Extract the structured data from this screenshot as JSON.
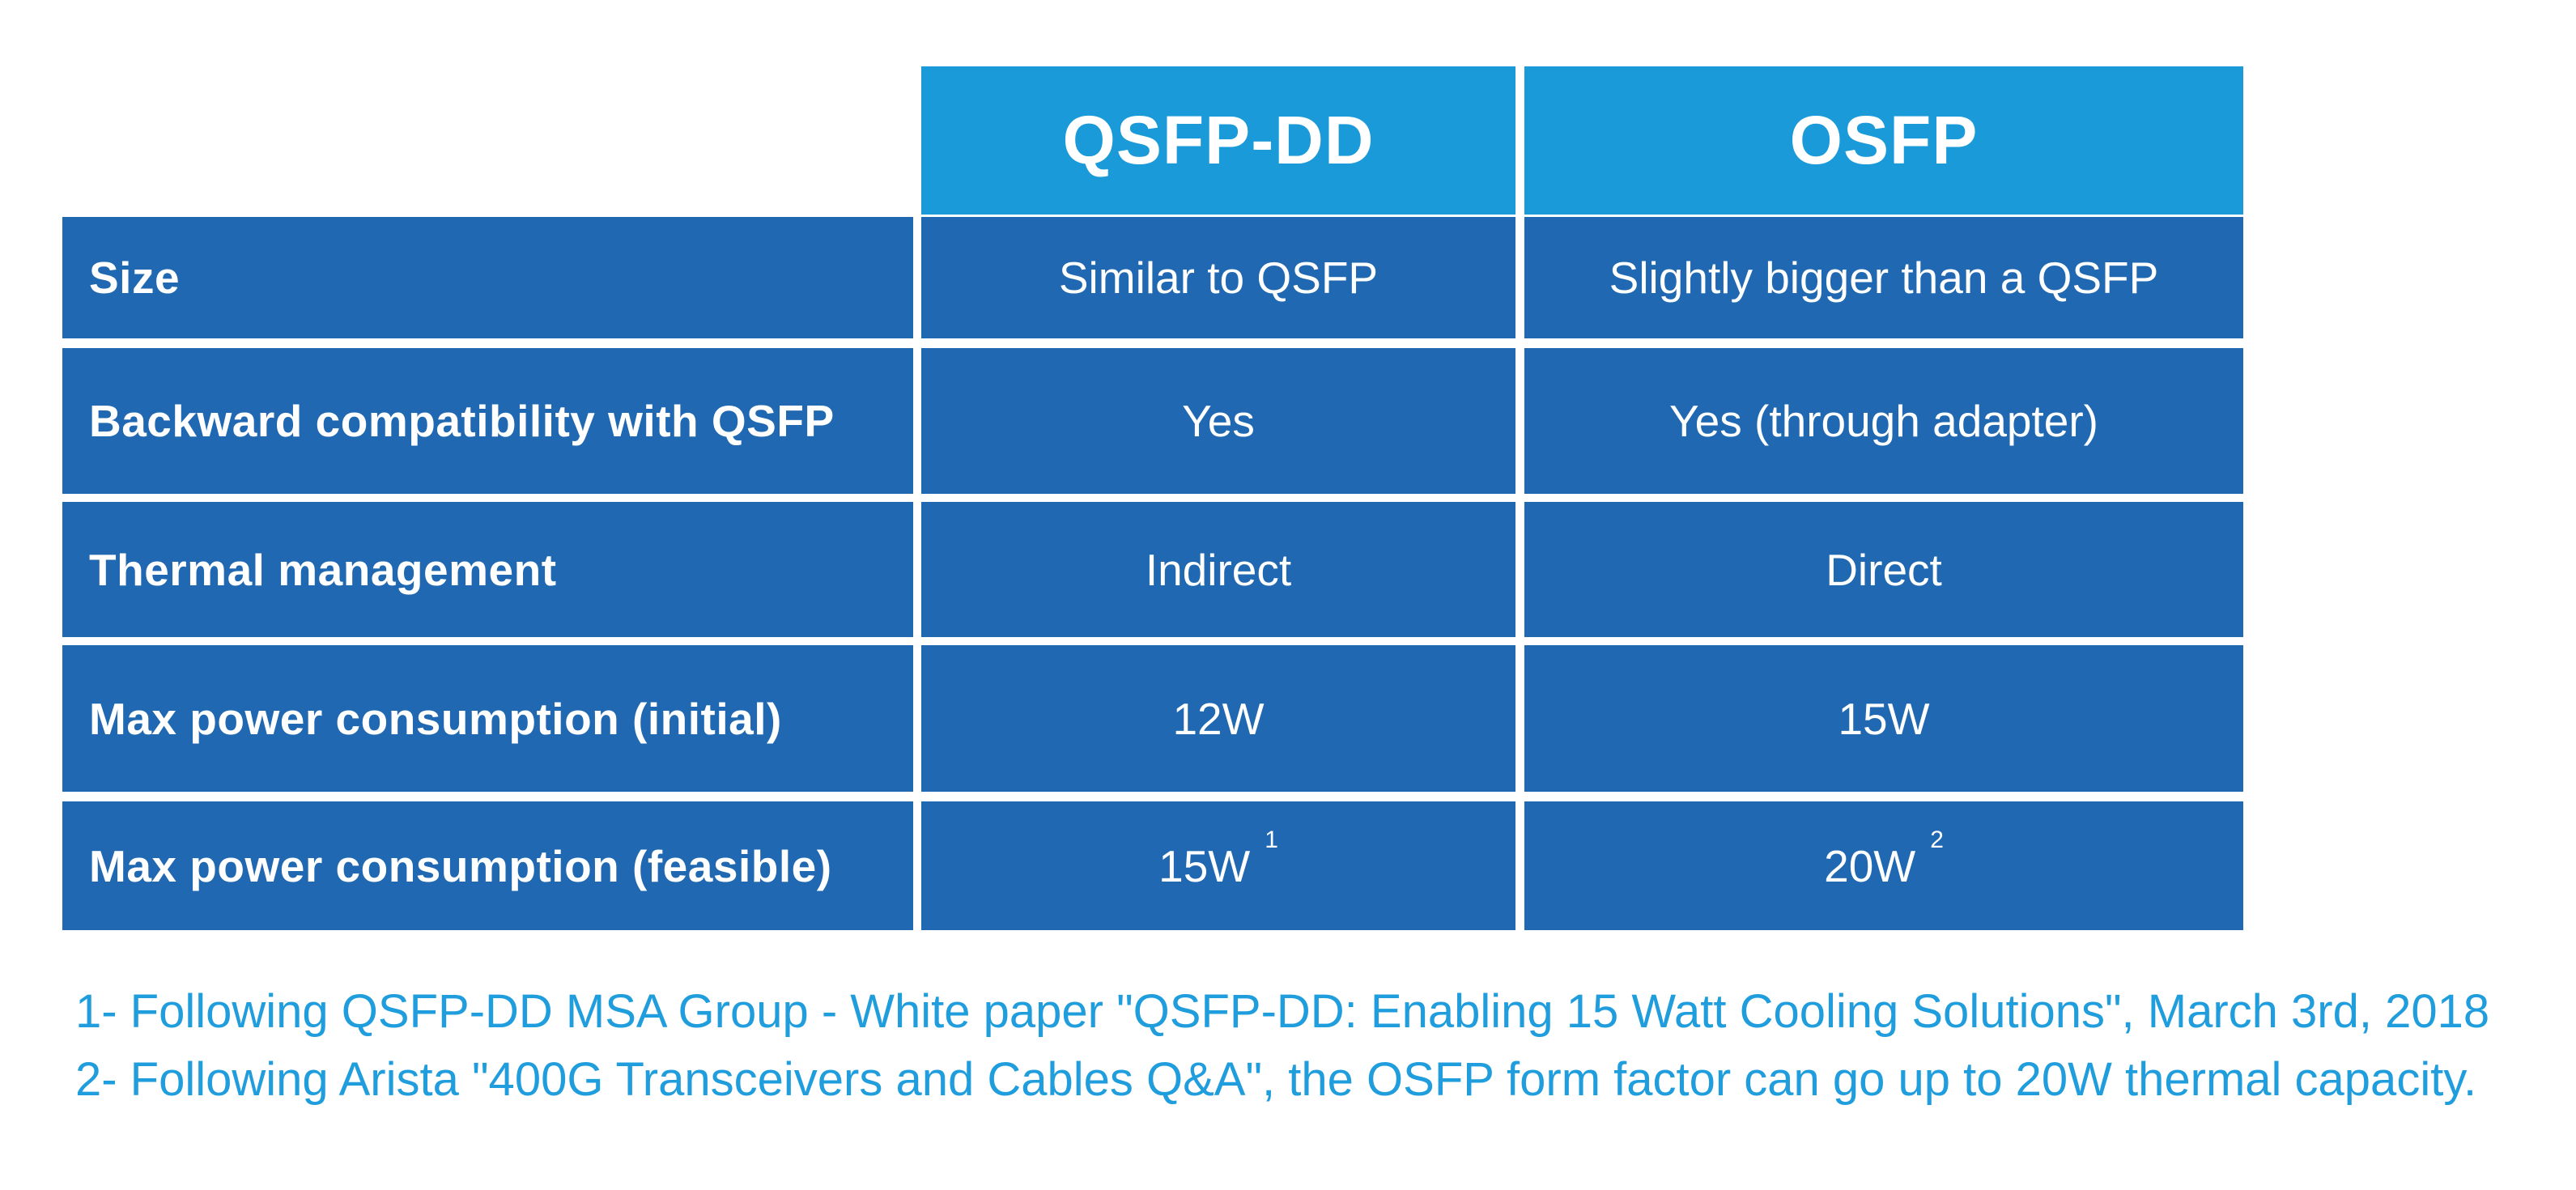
{
  "colors": {
    "header_blue": "#1A9AD8",
    "body_blue": "#2069B2",
    "footnote_blue": "#209DDC",
    "cell_text": "#FFFFFF",
    "page_background": "#FFFFFF"
  },
  "table": {
    "header": {
      "qsfp_dd": "QSFP-DD",
      "osfp": "OSFP"
    },
    "rows": [
      {
        "label": "Size",
        "qsfp_dd": {
          "text": "Similar to QSFP",
          "sup": ""
        },
        "osfp": {
          "text": "Slightly bigger than a QSFP",
          "sup": ""
        }
      },
      {
        "label": "Backward compatibility with QSFP",
        "qsfp_dd": {
          "text": "Yes",
          "sup": ""
        },
        "osfp": {
          "text": "Yes (through adapter)",
          "sup": ""
        }
      },
      {
        "label": "Thermal management",
        "qsfp_dd": {
          "text": "Indirect",
          "sup": ""
        },
        "osfp": {
          "text": "Direct",
          "sup": ""
        }
      },
      {
        "label": "Max power consumption (initial)",
        "qsfp_dd": {
          "text": "12W",
          "sup": ""
        },
        "osfp": {
          "text": "15W",
          "sup": ""
        }
      },
      {
        "label": "Max power consumption (feasible)",
        "qsfp_dd": {
          "text": "15W",
          "sup": "1"
        },
        "osfp": {
          "text": "20W",
          "sup": "2"
        }
      }
    ]
  },
  "footnotes": [
    "1- Following QSFP-DD MSA Group - White paper \"QSFP-DD: Enabling 15 Watt Cooling Solutions\", March 3rd, 2018",
    "2- Following Arista \"400G Transceivers and Cables Q&A\", the OSFP form factor can go up to 20W thermal capacity."
  ]
}
